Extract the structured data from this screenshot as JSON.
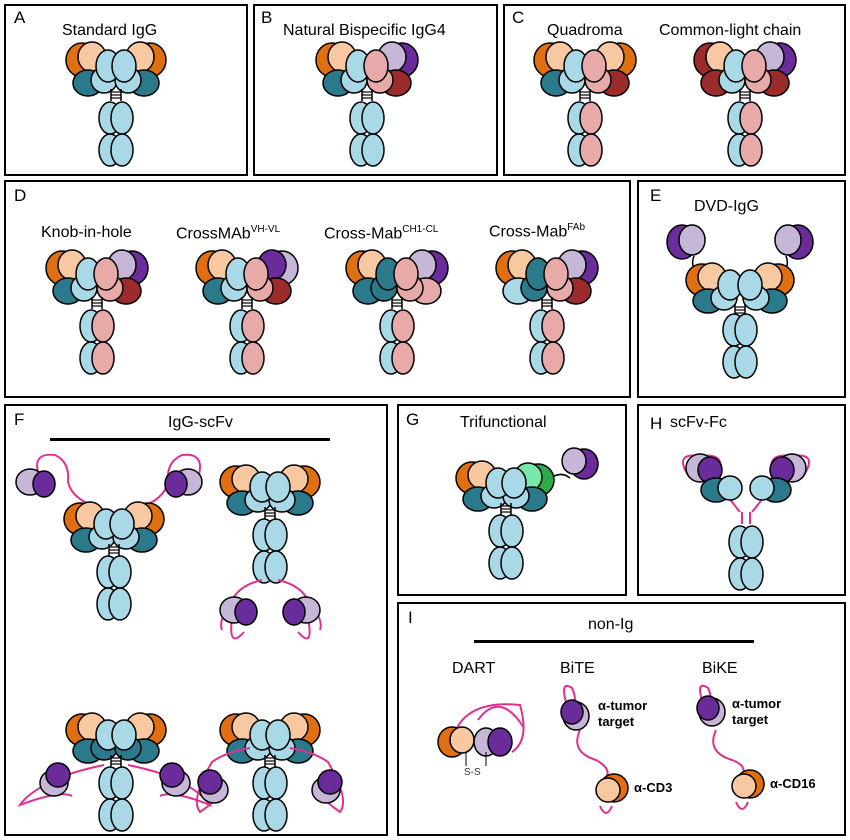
{
  "colors": {
    "light_blue": "#a9d8e6",
    "teal": "#2b7a8c",
    "peach": "#f8c9a0",
    "orange": "#e06f12",
    "lavender": "#c6b6d8",
    "purple": "#6a2c9a",
    "pink": "#e8aaa8",
    "dark_red": "#9c2b2b",
    "mint": "#78e8aa",
    "green": "#2faa4a",
    "linker_pink": "#e0308e"
  },
  "panels": {
    "a": {
      "label": "A",
      "titles": [
        "Standard IgG"
      ]
    },
    "b": {
      "label": "B",
      "titles": [
        "Natural Bispecific IgG4"
      ]
    },
    "c": {
      "label": "C",
      "titles": [
        "Quadroma",
        "Common-light chain"
      ]
    },
    "d": {
      "label": "D",
      "titles": [
        "Knob-in-hole",
        "CrossMAb",
        "Cross-Mab",
        "Cross-Mab"
      ],
      "sups": [
        "VH-VL",
        "CH1-CL",
        "FAb"
      ]
    },
    "e": {
      "label": "E",
      "titles": [
        "DVD-IgG"
      ]
    },
    "f": {
      "label": "F",
      "titles": [
        "IgG-scFv"
      ]
    },
    "g": {
      "label": "G",
      "titles": [
        "Trifunctional"
      ]
    },
    "h": {
      "label": "H",
      "titles": [
        "scFv-Fc"
      ]
    },
    "i": {
      "label": "I",
      "titles": [
        "non-Ig",
        "DART",
        "BiTE",
        "BiKE"
      ],
      "bite_labels": [
        "α-tumor target",
        "α-CD3"
      ],
      "bike_labels": [
        "α-tumor target",
        "α-CD16"
      ],
      "disulfide": "S-S"
    }
  }
}
